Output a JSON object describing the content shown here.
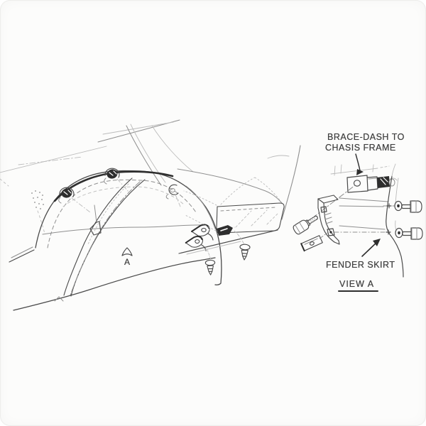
{
  "colors": {
    "paper": "#fcfcfb",
    "ink_dark": "#2e2e2e",
    "ink": "#4a4a4a",
    "ink_faint": "#8f8f8f",
    "ink_xfaint": "#bcbcbc"
  },
  "main_illustration": {
    "view_marker_label": "A"
  },
  "detail_view": {
    "callout_brace_line1": "BRACE-DASH TO",
    "callout_brace_line2": "CHASIS FRAME",
    "callout_fender_skirt": "FENDER SKIRT",
    "view_title": "VIEW A"
  }
}
